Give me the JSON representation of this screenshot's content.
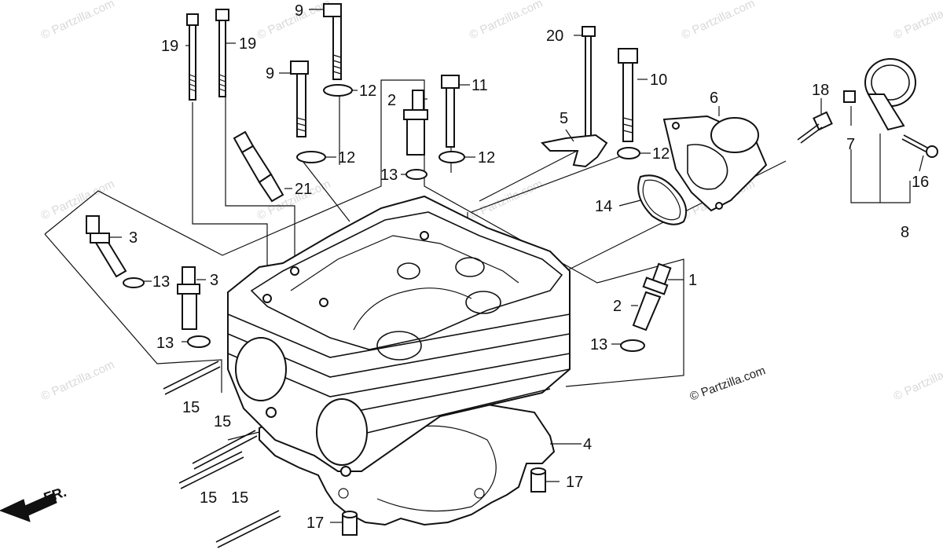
{
  "watermark": "© Partzilla.com",
  "watermark_main": "© Partzilla.com",
  "front_label": "FR.",
  "callouts": {
    "c1": "1",
    "c2a": "2",
    "c2b": "2",
    "c3a": "3",
    "c3b": "3",
    "c4": "4",
    "c5": "5",
    "c6": "6",
    "c7": "7",
    "c8": "8",
    "c9a": "9",
    "c9b": "9",
    "c10": "10",
    "c11": "11",
    "c12a": "12",
    "c12b": "12",
    "c12c": "12",
    "c12d": "12",
    "c13a": "13",
    "c13b": "13",
    "c13c": "13",
    "c13d": "13",
    "c14": "14",
    "c15a": "15",
    "c15b": "15",
    "c15c": "15",
    "c15d": "15",
    "c16": "16",
    "c17a": "17",
    "c17b": "17",
    "c18": "18",
    "c19a": "19",
    "c19b": "19",
    "c20": "20",
    "c21": "21"
  }
}
